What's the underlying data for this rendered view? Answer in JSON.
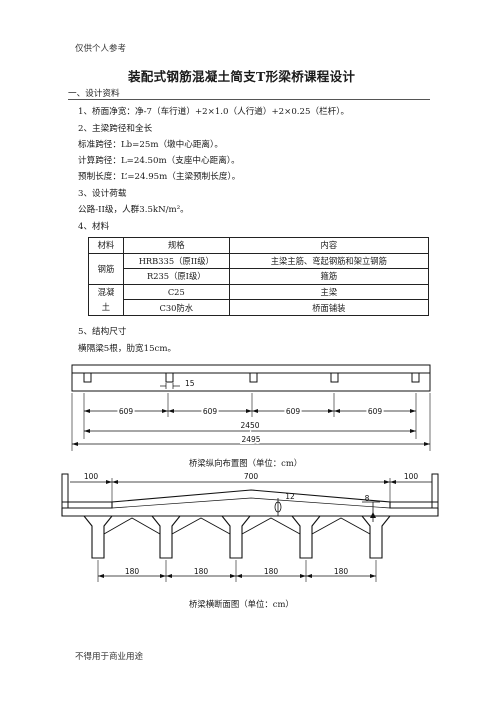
{
  "header": "仅供个人参考",
  "footer": "不得用于商业用途",
  "title": "装配式钢筋混凝土简支T形梁桥课程设计",
  "section1": "一、设计资料",
  "items": {
    "deck_width": "1、桥面净宽：净-7（车行道）+2×1.0（人行道）+2×0.25（栏杆）。",
    "span_heading": "2、主梁跨径和全长",
    "std_span": "标准跨径：Lb=25m（墩中心距离）。",
    "calc_span": "计算跨径：L=24.50m（支座中心距离）。",
    "precast_len": "预制长度：L’=24.95m（主梁预制长度）。",
    "load_heading": "3、设计荷载",
    "load_value": "公路-II级，人群3.5kN/m²。",
    "material_heading": "4、材料",
    "structure_heading": "5、结构尺寸",
    "diaphragm": "横隔梁5根，肋宽15cm。"
  },
  "material_table": {
    "headers": [
      "材料",
      "规格",
      "内容"
    ],
    "steel_label": "钢筋",
    "concrete_label_1": "混凝",
    "concrete_label_2": "土",
    "rows": [
      {
        "spec": "HRB335（原II级）",
        "content": "主梁主筋、弯起钢筋和架立钢筋"
      },
      {
        "spec": "R235（原I级）",
        "content": "箍筋"
      },
      {
        "spec": "C25",
        "content": "主梁"
      },
      {
        "spec": "C30防水",
        "content": "桥面铺装"
      }
    ]
  },
  "fig1": {
    "caption": "桥梁纵向布置图（单位：cm）",
    "rib_width_label": "15",
    "segments": [
      "609",
      "609",
      "609",
      "609"
    ],
    "span_total": "2450",
    "full_total": "2495"
  },
  "fig2": {
    "caption": "桥梁横断面图（单位：cm）",
    "left_walk": "100",
    "carriageway": "700",
    "right_walk": "100",
    "crown": "12",
    "edge": "8",
    "spacings": [
      "180",
      "180",
      "180",
      "180"
    ]
  }
}
